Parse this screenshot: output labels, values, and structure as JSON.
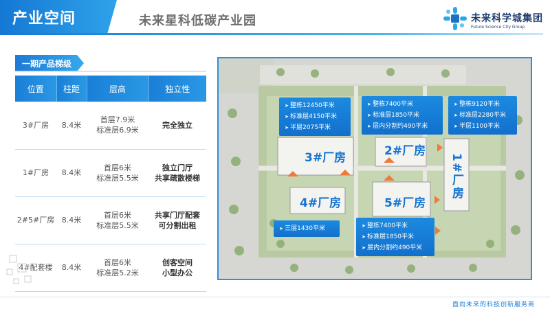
{
  "header": {
    "title": "产业空间",
    "subtitle": "未来星科低碳产业园",
    "logo_cn": "未来科学城集团",
    "logo_en": "Future Science City Group"
  },
  "section": {
    "label": "一期产品梯级"
  },
  "table": {
    "headers": [
      "位置",
      "柱距",
      "层高",
      "独立性"
    ],
    "rows": [
      {
        "position": "3#厂房",
        "span": "8.4米",
        "height_1": "首层7.9米",
        "height_2": "标准层6.9米",
        "ind_1": "完全独立",
        "ind_2": ""
      },
      {
        "position": "1#厂房",
        "span": "8.4米",
        "height_1": "首层6米",
        "height_2": "标准层5.5米",
        "ind_1": "独立门厅",
        "ind_2": "共享疏散楼梯"
      },
      {
        "position": "2#5#厂房",
        "span": "8.4米",
        "height_1": "首层6米",
        "height_2": "标准层5.5米",
        "ind_1": "共享门厅配套",
        "ind_2": "可分割出租"
      },
      {
        "position": "4#配套楼",
        "span": "8.4米",
        "height_1": "首层6米",
        "height_2": "标准层5.2米",
        "ind_1": "创客空间",
        "ind_2": "小型办公"
      }
    ]
  },
  "map": {
    "buildings": {
      "b3": "3#厂房",
      "b2": "2#厂房",
      "b1": "1#厂房",
      "b4": "4#厂房",
      "b5": "5#厂房"
    },
    "info_boxes": {
      "box3": [
        "整栋12450平米",
        "标准层4150平米",
        "半层2075平米"
      ],
      "box2": [
        "整栋7400平米",
        "标准层1850平米",
        "层内分割约490平米"
      ],
      "box1": [
        "整栋9120平米",
        "标准层2280平米",
        "半层1100平米"
      ],
      "box4": [
        "三层1430平米"
      ],
      "box5": [
        "整栋7400平米",
        "标准层1850平米",
        "层内分割约490平米"
      ]
    }
  },
  "footer": {
    "text": "面向未来的科技创新服务商"
  },
  "colors": {
    "primary": "#1674d0",
    "accent": "#2fa2ea",
    "arrow": "#f07a3c"
  }
}
